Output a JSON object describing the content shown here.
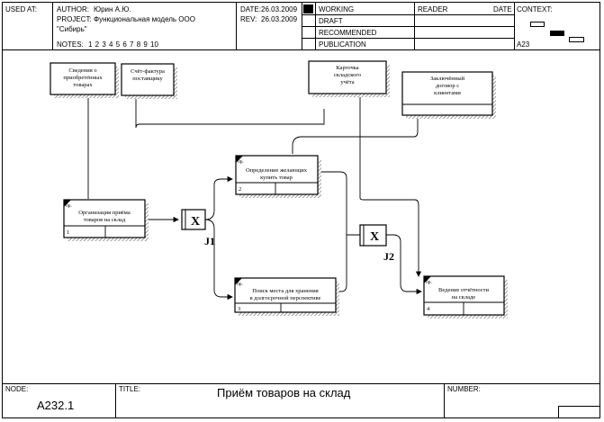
{
  "header": {
    "used_at_label": "USED AT:",
    "author_label": "AUTHOR:",
    "author_value": "Юрин А.Ю.",
    "project_label": "PROJECT:",
    "project_value_line1": "Функциональная модель ООО",
    "project_value_line2": "\"Сибирь\"",
    "date_label": "DATE:",
    "date_value": "26.03.2009",
    "rev_label": "REV:",
    "rev_value": "26.03.2009",
    "notes_label": "NOTES:",
    "notes_values": "1 2 3 4 5 6 7 8 9 10",
    "status_working": "WORKING",
    "status_draft": "DRAFT",
    "status_recommended": "RECOMMENDED",
    "status_publication": "PUBLICATION",
    "reader_label": "READER",
    "reader_date_label": "DATE",
    "context_label": "CONTEXT:",
    "context_node": "A23"
  },
  "diagram": {
    "arrows": {
      "input1": [
        "Сведения о",
        "приобретённых",
        "товарах"
      ],
      "input2": [
        "Счёт-фактура",
        "поставщику"
      ],
      "mech1": [
        "Карточка",
        "складского",
        "учёта"
      ],
      "mech2": [
        "Заключённый",
        "договор с",
        "клиентами"
      ]
    },
    "boxes": {
      "box1": {
        "ref": "0р.",
        "title": [
          "Организация приёма",
          "товаров на склад"
        ],
        "number": "1"
      },
      "box2": {
        "ref": "0р.",
        "title": [
          "Определение желающих",
          "купить товар"
        ],
        "number": "2"
      },
      "box3": {
        "ref": "0р.",
        "title": [
          "Поиск места для хранения",
          "в долгосрочной перспективе"
        ],
        "number": "3"
      },
      "box4": {
        "ref": "0р.",
        "title": [
          "Ведение отчётности",
          "на складе"
        ],
        "number": "4"
      }
    },
    "junctions": {
      "j1": {
        "symbol": "X",
        "label": "J1"
      },
      "j2": {
        "symbol": "X",
        "label": "J2"
      }
    }
  },
  "footer": {
    "node_label": "NODE:",
    "node_value": "A232.1",
    "title_label": "TITLE:",
    "title_value": "Приём товаров на склад",
    "number_label": "NUMBER:"
  }
}
